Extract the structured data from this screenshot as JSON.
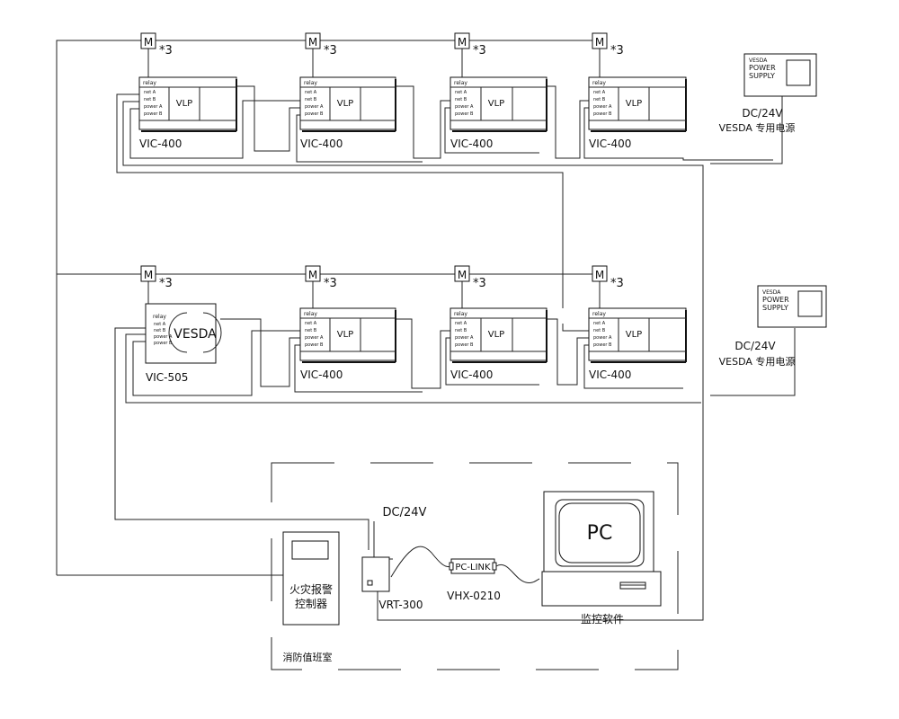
{
  "devices_row1": [
    {
      "relay": "relay",
      "terminals": [
        "net A",
        "net B",
        "power A",
        "power B"
      ],
      "core": "VLP",
      "model": "VIC-400",
      "module": "M",
      "module_qty": "*3"
    },
    {
      "relay": "relay",
      "terminals": [
        "net A",
        "net B",
        "power A",
        "power B"
      ],
      "core": "VLP",
      "model": "VIC-400",
      "module": "M",
      "module_qty": "*3"
    },
    {
      "relay": "relay",
      "terminals": [
        "net A",
        "net B",
        "power A",
        "power B"
      ],
      "core": "VLP",
      "model": "VIC-400",
      "module": "M",
      "module_qty": "*3"
    },
    {
      "relay": "relay",
      "terminals": [
        "net A",
        "net B",
        "power A",
        "power B"
      ],
      "core": "VLP",
      "model": "VIC-400",
      "module": "M",
      "module_qty": "*3"
    }
  ],
  "devices_row2": [
    {
      "relay": "relay",
      "terminals": [
        "net A",
        "net B",
        "power A",
        "power B"
      ],
      "core": "VESDA",
      "model": "VIC-505",
      "module": "M",
      "module_qty": "*3"
    },
    {
      "relay": "relay",
      "terminals": [
        "net A",
        "net B",
        "power A",
        "power B"
      ],
      "core": "VLP",
      "model": "VIC-400",
      "module": "M",
      "module_qty": "*3"
    },
    {
      "relay": "relay",
      "terminals": [
        "net A",
        "net B",
        "power A",
        "power B"
      ],
      "core": "VLP",
      "model": "VIC-400",
      "module": "M",
      "module_qty": "*3"
    },
    {
      "relay": "relay",
      "terminals": [
        "net A",
        "net B",
        "power A",
        "power B"
      ],
      "core": "VLP",
      "model": "VIC-400",
      "module": "M",
      "module_qty": "*3"
    }
  ],
  "power_supplies": [
    {
      "label": [
        "VESDA",
        "POWER",
        "SUPPLY"
      ],
      "caption_line1": "DC/24V",
      "caption_line2": "VESDA 专用电源"
    },
    {
      "label": [
        "VESDA",
        "POWER",
        "SUPPLY"
      ],
      "caption_line1": "DC/24V",
      "caption_line2": "VESDA 专用电源"
    }
  ],
  "control_room": {
    "panel_label_line1": "火灾报警",
    "panel_label_line2": "控制器",
    "room_label": "消防值班室",
    "dc_label": "DC/24V",
    "vrt_label": "VRT-300",
    "pclink_label": "PC-LINK",
    "vhx_label": "VHX-0210",
    "pc_screen_label": "PC",
    "pc_caption": "监控软件"
  }
}
